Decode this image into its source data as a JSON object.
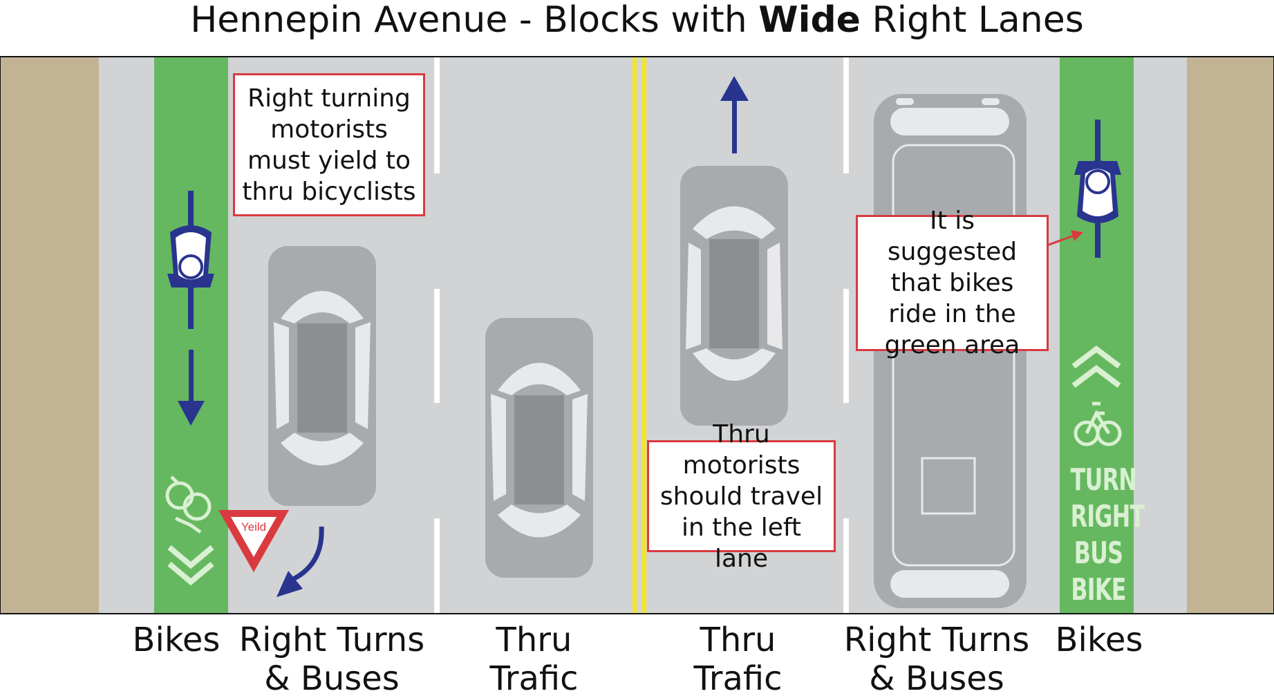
{
  "title": {
    "prefix": "Hennepin Avenue - Blocks with ",
    "bold": "Wide",
    "suffix": " Right Lanes"
  },
  "callouts": {
    "yield_rule": "Right turning motorists must yield to thru bicyclists",
    "bike_suggestion": "It is suggested that bikes ride in the green area",
    "thru_rule": "Thru motorists should travel in the left lane"
  },
  "yield_sign": "Yeild",
  "pavement_markings": [
    "TURN",
    "RIGHT",
    "BUS",
    "BIKE"
  ],
  "lane_labels": [
    {
      "text": "Bikes"
    },
    {
      "text": "Right Turns\n& Buses"
    },
    {
      "text": "Thru\nTrafic"
    },
    {
      "text": "Thru\nTrafic"
    },
    {
      "text": "Right Turns\n& Buses"
    },
    {
      "text": "Bikes"
    }
  ],
  "colors": {
    "sidewalk": "#c2b395",
    "road": "#d1d3d5",
    "bike_lane": "#65b85f",
    "centerline": "#f4e525",
    "vehicle": "#a8aaad",
    "arrow": "#29348f",
    "callout_border": "#d93a3f"
  }
}
